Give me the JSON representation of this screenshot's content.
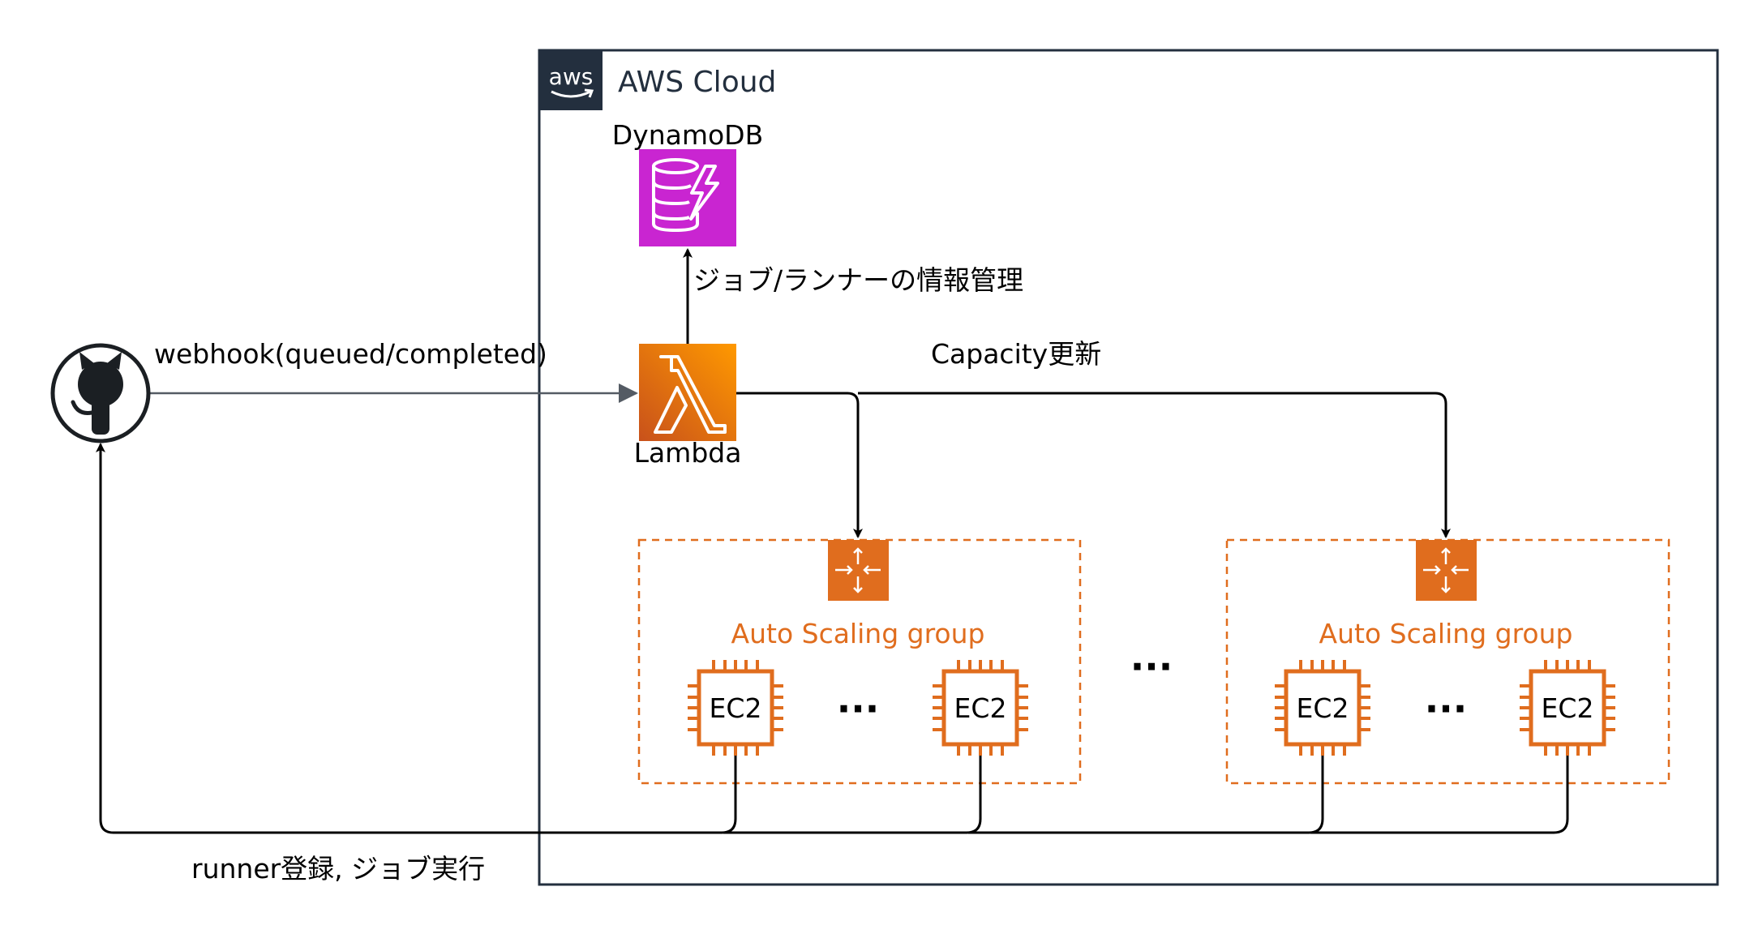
{
  "cloud": {
    "label": "AWS Cloud",
    "logo_text": "aws"
  },
  "services": {
    "dynamodb": {
      "label": "DynamoDB",
      "color": "#C925D1"
    },
    "lambda": {
      "label": "Lambda",
      "color": "#ED7100"
    }
  },
  "edges": {
    "webhook": {
      "label": "webhook(queued/completed)"
    },
    "job_info": {
      "label": "ジョブ/ランナーの情報管理"
    },
    "capacity": {
      "label": "Capacity更新"
    },
    "runner": {
      "label": "runner登録, ジョブ実行"
    }
  },
  "asg_groups": [
    {
      "label": "Auto Scaling group",
      "instances": [
        "EC2",
        "EC2"
      ],
      "instance_ellipsis": "···"
    },
    {
      "label": "Auto Scaling group",
      "instances": [
        "EC2",
        "EC2"
      ],
      "instance_ellipsis": "···"
    }
  ],
  "group_ellipsis": "···",
  "icons": {
    "github": "github-icon",
    "aws_logo": "aws-logo-icon",
    "dynamodb": "dynamodb-icon",
    "lambda": "lambda-icon",
    "asg": "auto-scaling-icon",
    "ec2": "ec2-instance-icon"
  },
  "colors": {
    "orange": "#E06D1E",
    "aws_dark": "#232F3E",
    "edge": "#000000",
    "webhook_edge": "#545B64"
  }
}
